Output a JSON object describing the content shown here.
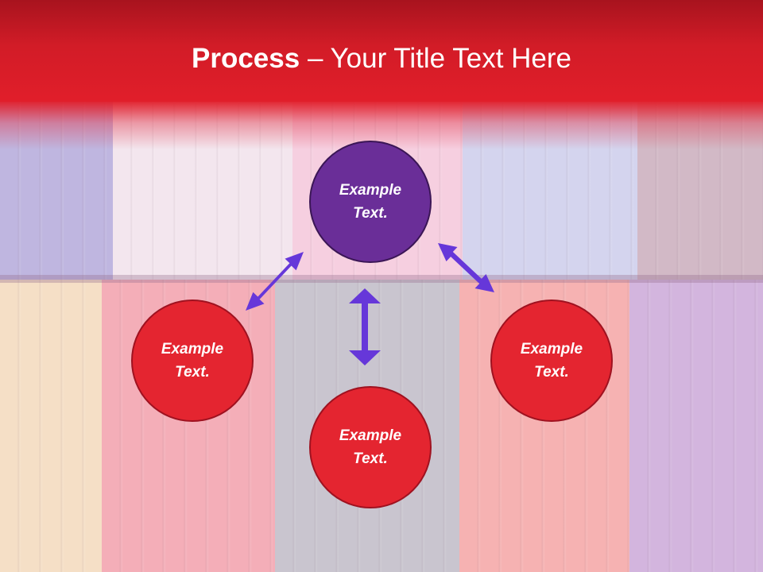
{
  "title": {
    "bold": "Process",
    "rest": " – Your Title Text Here"
  },
  "nodes": {
    "top": "Example\nText.",
    "left": "Example\nText.",
    "bottom": "Example\nText.",
    "right": "Example\nText."
  },
  "colors": {
    "header": "#e11e2a",
    "node_red": "#e42530",
    "node_purple": "#6a2e98",
    "arrow": "#6637d9"
  }
}
